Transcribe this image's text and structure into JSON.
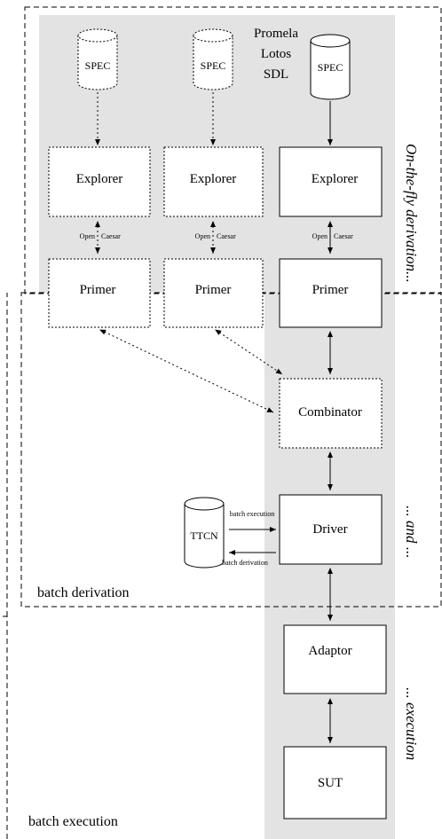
{
  "languages": [
    "Promela",
    "Lotos",
    "SDL"
  ],
  "spec_label": "SPEC",
  "explorer_label": "Explorer",
  "primer_label": "Primer",
  "combinator_label": "Combinator",
  "driver_label": "Driver",
  "adaptor_label": "Adaptor",
  "sut_label": "SUT",
  "ttcn_label": "TTCN",
  "open_label": "Open",
  "caesar_label": "Caesar",
  "batch_execution_arrow": "batch execution",
  "batch_derivation_arrow": "batch derivation",
  "otf_label": "On-the-fly derivation...",
  "and_label": "... and ...",
  "exec_side_label": "... execution",
  "batch_derivation_region": "batch derivation",
  "batch_execution_region": "batch execution",
  "colors": {
    "shade": "#e3e3e3",
    "line": "#000000",
    "box": "#ffffff"
  }
}
